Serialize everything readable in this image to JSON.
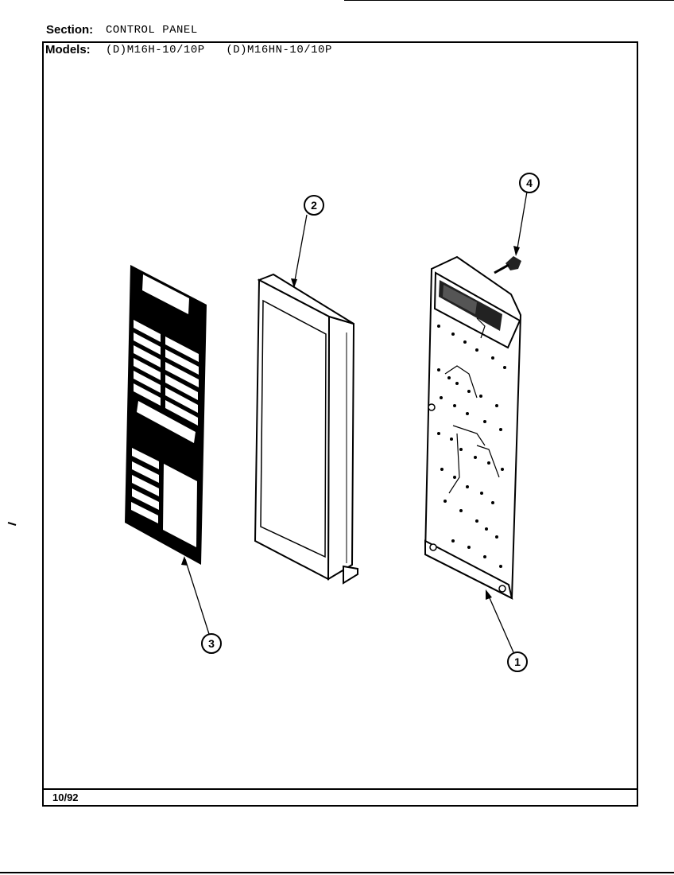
{
  "header": {
    "section_label": "Section:",
    "section_value": "CONTROL PANEL",
    "models_label": "Models:",
    "models_value": "(D)M16H-10/10P   (D)M16HN-10/10P"
  },
  "footer": {
    "date": "10/92"
  },
  "callouts": [
    {
      "id": "1",
      "part": "circuit-board"
    },
    {
      "id": "2",
      "part": "control-panel-housing"
    },
    {
      "id": "3",
      "part": "touch-pad-overlay"
    },
    {
      "id": "4",
      "part": "screw"
    }
  ]
}
